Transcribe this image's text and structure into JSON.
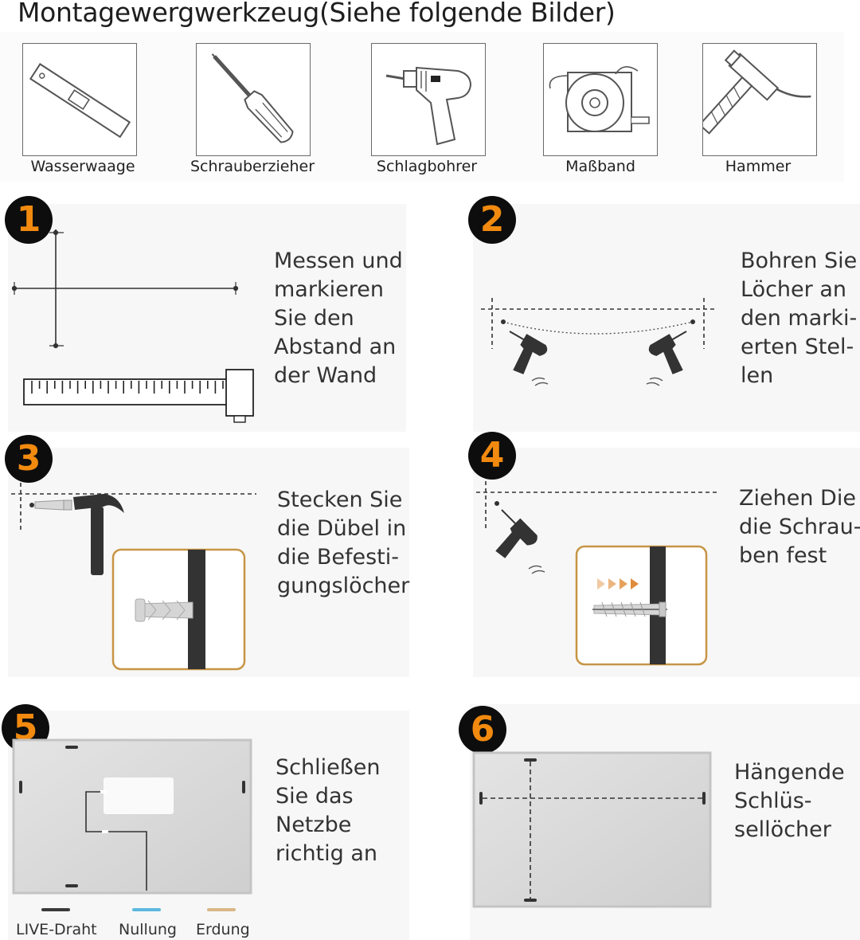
{
  "title": "Montagewergwerkzeug(Siehe  folgende Bilder)",
  "tools": [
    {
      "label": "Wasserwaage",
      "icon": "spirit-level-icon"
    },
    {
      "label": "Schrauberzieher",
      "icon": "screwdriver-icon"
    },
    {
      "label": "Schlagbohrer",
      "icon": "impact-drill-icon"
    },
    {
      "label": "Maßband",
      "icon": "tape-measure-icon"
    },
    {
      "label": "Hammer",
      "icon": "hammer-icon"
    }
  ],
  "steps": [
    {
      "number": "1",
      "lines": [
        "Messen und",
        "markieren",
        "Sie den",
        "Abstand an",
        "der Wand"
      ]
    },
    {
      "number": "2",
      "lines": [
        "Bohren Sie",
        "Löcher an",
        "den marki-",
        "erten Stel-",
        "len"
      ]
    },
    {
      "number": "3",
      "lines": [
        "Stecken Sie",
        "die Dübel in",
        "die Befesti-",
        "gungslöcher"
      ]
    },
    {
      "number": "4",
      "lines": [
        "Ziehen Die",
        "die Schrau-",
        "ben fest"
      ]
    },
    {
      "number": "5",
      "lines": [
        "Schließen",
        "Sie das",
        "Netzbe",
        "richtig an"
      ]
    },
    {
      "number": "6",
      "lines": [
        "Hängende",
        "Schlüs-",
        "sellöcher"
      ]
    }
  ],
  "legend": [
    {
      "label": "LIVE-Draht",
      "color": "#3a3a3a"
    },
    {
      "label": "Nullung",
      "color": "#5bb8de"
    },
    {
      "label": "Erdung",
      "color": "#d9b787"
    }
  ],
  "colors": {
    "badge_bg": "#0d0d0d",
    "badge_fg": "#f28a0f",
    "frame_accent": "#c79545"
  }
}
